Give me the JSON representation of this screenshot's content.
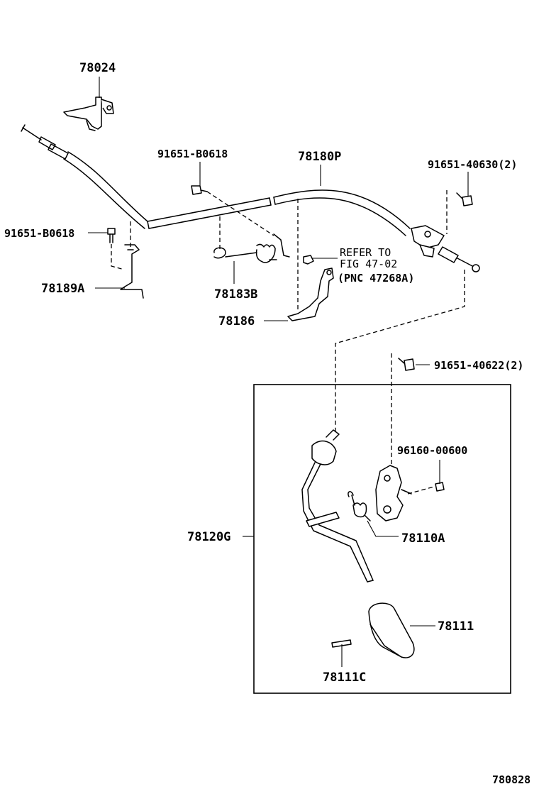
{
  "labels": {
    "p78024": "78024",
    "p91651_b0618_top": "91651-B0618",
    "p78180p": "78180P",
    "p91651_40630": "91651-40630(2)",
    "p91651_b0618_left": "91651-B0618",
    "p78189a": "78189A",
    "p78183b": "78183B",
    "p78186": "78186",
    "p91651_40622": "91651-40622(2)",
    "p96160_00600": "96160-00600",
    "p78120g": "78120G",
    "p78110a": "78110A",
    "p78111": "78111",
    "p78111c": "78111C"
  },
  "refer_note": {
    "line1": "REFER TO",
    "line2": "FIG  47-02",
    "line3": "(PNC 47268A)"
  },
  "figure_id": "780828"
}
